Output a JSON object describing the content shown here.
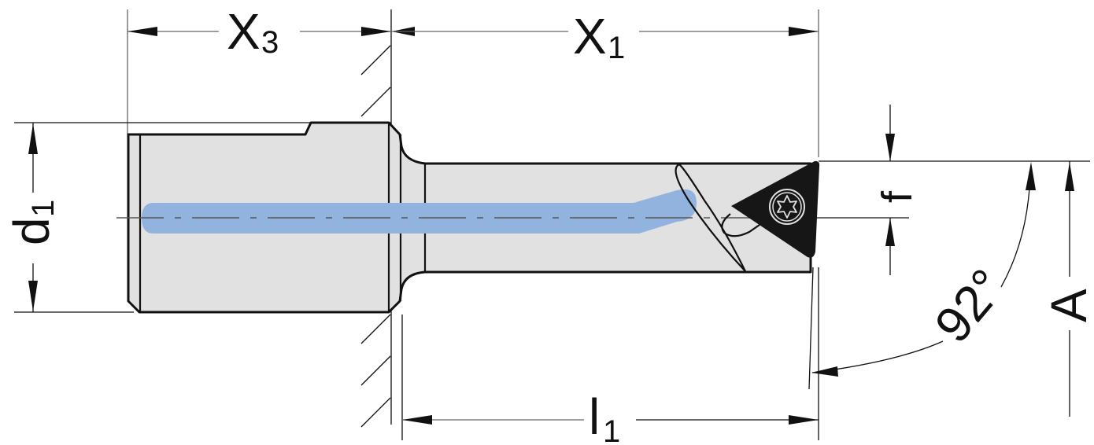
{
  "drawing": {
    "title": "Boring bar with indexable insert - dimension drawing",
    "labels": {
      "x3": {
        "main": "X",
        "sub": "3"
      },
      "x1": {
        "main": "X",
        "sub": "1"
      },
      "d1": {
        "main": "d",
        "sub": "1"
      },
      "l1": {
        "main": "l",
        "sub": "1"
      },
      "f": "f",
      "a": "A",
      "angle": "92°"
    },
    "colors": {
      "body_fill": "#e1e1e1",
      "coolant_channel": "#92b3de",
      "insert": "#161616",
      "outline": "#111111"
    },
    "icons": {
      "insert": "triangular-insert-icon",
      "screw": "torx-screw-icon",
      "wall": "clamping-wall-hatch"
    }
  }
}
